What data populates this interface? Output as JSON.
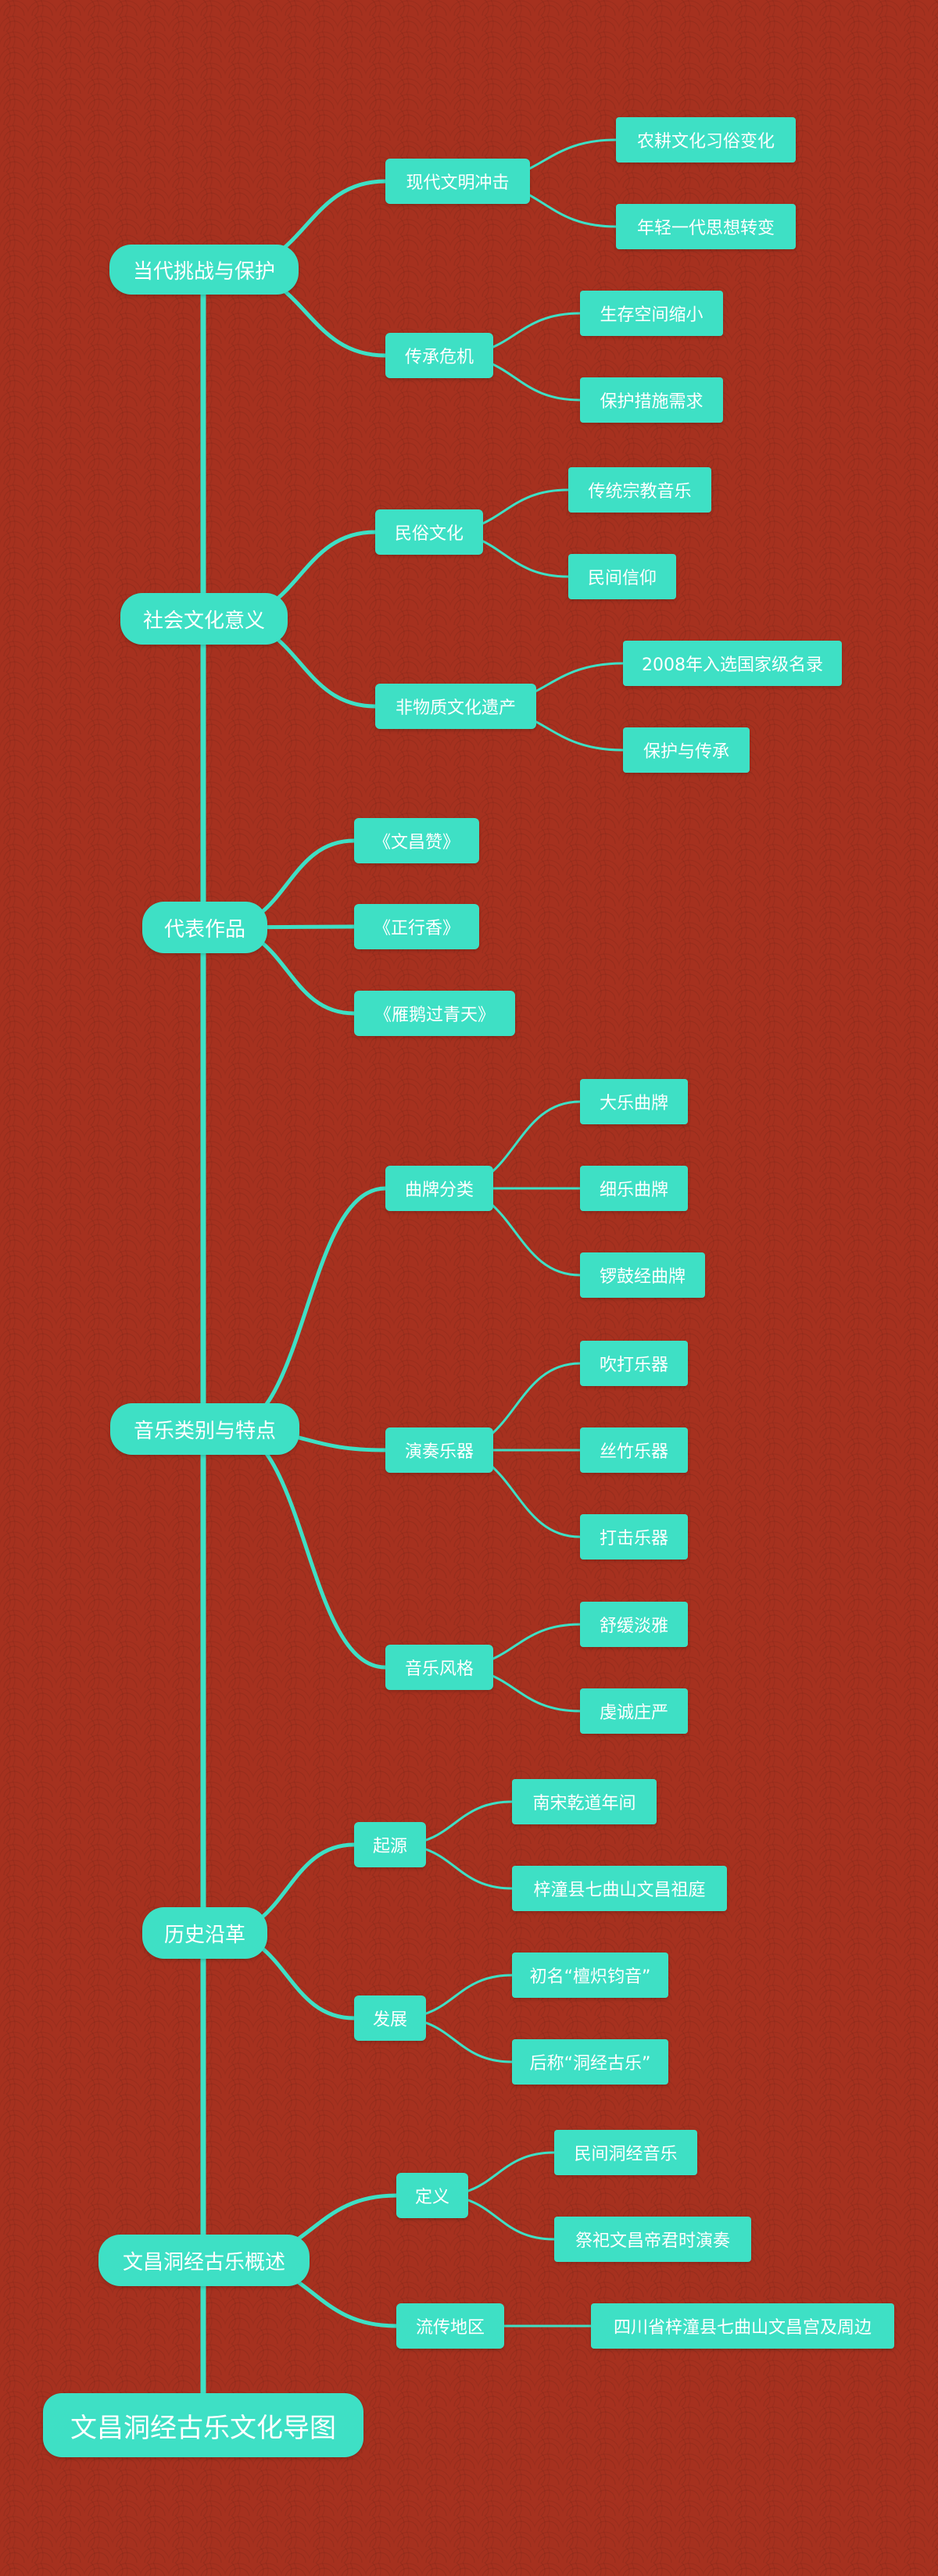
{
  "colors": {
    "background": "#a6311f",
    "node": "#3ee0c5",
    "line": "#3ee0c5",
    "text": "#ffffff"
  },
  "root": "文昌洞经古乐文化导图",
  "branches": [
    {
      "key": "b1",
      "label": "当代挑战与保护",
      "children": [
        {
          "key": "b1s1",
          "label": "现代文明冲击",
          "children": [
            "农耕文化习俗变化",
            "年轻一代思想转变"
          ]
        },
        {
          "key": "b1s2",
          "label": "传承危机",
          "children": [
            "生存空间缩小",
            "保护措施需求"
          ]
        }
      ]
    },
    {
      "key": "b2",
      "label": "社会文化意义",
      "children": [
        {
          "key": "b2s1",
          "label": "民俗文化",
          "children": [
            "传统宗教音乐",
            "民间信仰"
          ]
        },
        {
          "key": "b2s2",
          "label": "非物质文化遗产",
          "children": [
            "2008年入选国家级名录",
            "保护与传承"
          ]
        }
      ]
    },
    {
      "key": "b3",
      "label": "代表作品",
      "children": [
        {
          "key": "b3s1",
          "label": "《文昌赞》",
          "children": []
        },
        {
          "key": "b3s2",
          "label": "《正行香》",
          "children": []
        },
        {
          "key": "b3s3",
          "label": "《雁鹅过青天》",
          "children": []
        }
      ]
    },
    {
      "key": "b4",
      "label": "音乐类别与特点",
      "children": [
        {
          "key": "b4s1",
          "label": "曲牌分类",
          "children": [
            "大乐曲牌",
            "细乐曲牌",
            "锣鼓经曲牌"
          ]
        },
        {
          "key": "b4s2",
          "label": "演奏乐器",
          "children": [
            "吹打乐器",
            "丝竹乐器",
            "打击乐器"
          ]
        },
        {
          "key": "b4s3",
          "label": "音乐风格",
          "children": [
            "舒缓淡雅",
            "虔诚庄严"
          ]
        }
      ]
    },
    {
      "key": "b5",
      "label": "历史沿革",
      "children": [
        {
          "key": "b5s1",
          "label": "起源",
          "children": [
            "南宋乾道年间",
            "梓潼县七曲山文昌祖庭"
          ]
        },
        {
          "key": "b5s2",
          "label": "发展",
          "children": [
            "初名“檀炽钧音”",
            "后称“洞经古乐”"
          ]
        }
      ]
    },
    {
      "key": "b6",
      "label": "文昌洞经古乐概述",
      "children": [
        {
          "key": "b6s1",
          "label": "定义",
          "children": [
            "民间洞经音乐",
            "祭祀文昌帝君时演奏"
          ]
        },
        {
          "key": "b6s2",
          "label": "流传地区",
          "children": [
            "四川省梓潼县七曲山文昌宫及周边"
          ]
        }
      ]
    }
  ]
}
